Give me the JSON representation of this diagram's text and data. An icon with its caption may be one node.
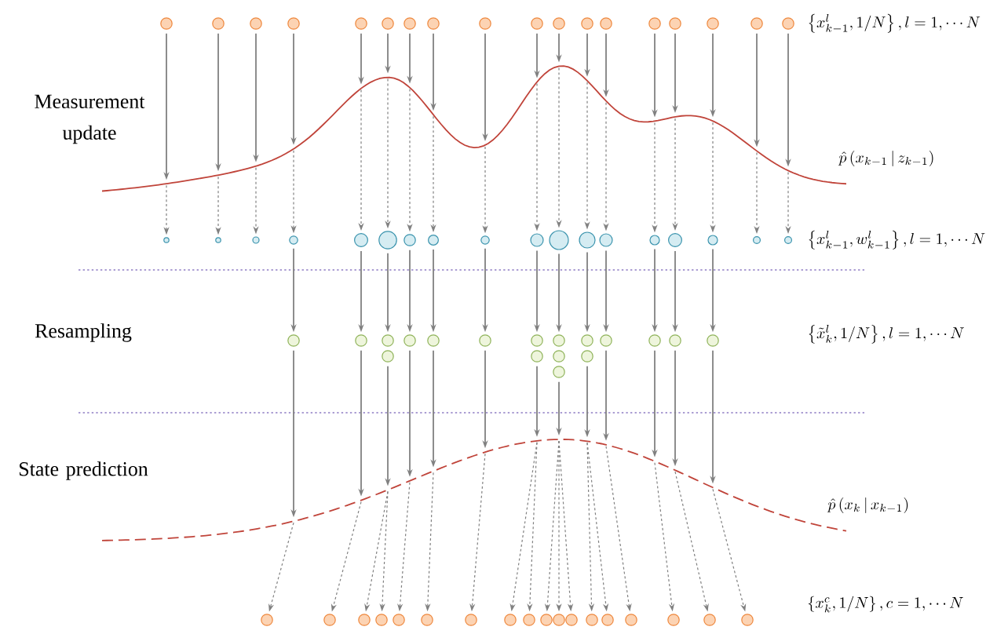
{
  "diagram": {
    "nodes": [
      {
        "text": [],
        "shape": "circle"
      },
      {
        "text": [],
        "shape": "circle"
      },
      {
        "text": [],
        "shape": "circle"
      },
      {
        "text": [],
        "shape": "circle"
      },
      {
        "text": [],
        "shape": "circle"
      },
      {
        "text": [],
        "shape": "circle"
      },
      {
        "text": [],
        "shape": "circle"
      },
      {
        "text": [],
        "shape": "circle"
      },
      {
        "text": [],
        "shape": "circle"
      },
      {
        "text": [],
        "shape": "circle"
      },
      {
        "text": [],
        "shape": "circle"
      },
      {
        "text": [],
        "shape": "circle"
      },
      {
        "text": [],
        "shape": "circle"
      },
      {
        "text": [],
        "shape": "circle"
      },
      {
        "text": [],
        "shape": "circle"
      },
      {
        "text": [],
        "shape": "circle"
      },
      {
        "text": [],
        "shape": "circle"
      },
      {
        "text": [],
        "shape": "circle"
      },
      {
        "text": [],
        "shape": "circle"
      },
      {
        "text": [],
        "shape": "circle"
      },
      {
        "text": [],
        "shape": "circle"
      },
      {
        "text": [],
        "shape": "circle"
      },
      {
        "text": [],
        "shape": "circle"
      },
      {
        "text": [],
        "shape": "circle"
      },
      {
        "text": [],
        "shape": "circle"
      },
      {
        "text": [],
        "shape": "circle"
      },
      {
        "text": [],
        "shape": "circle"
      },
      {
        "text": [],
        "shape": "circle"
      },
      {
        "text": [],
        "shape": "circle"
      },
      {
        "text": [],
        "shape": "circle"
      },
      {
        "text": [],
        "shape": "circle"
      },
      {
        "text": [],
        "shape": "circle"
      },
      {
        "text": [],
        "shape": "circle"
      },
      {
        "text": [],
        "shape": "circle"
      },
      {
        "text": [],
        "shape": "circle"
      },
      {
        "text": [],
        "shape": "circle"
      },
      {
        "text": [],
        "shape": "circle"
      },
      {
        "text": [],
        "shape": "circle"
      },
      {
        "text": [],
        "shape": "circle"
      },
      {
        "text": [],
        "shape": "circle"
      },
      {
        "text": [],
        "shape": "circle"
      },
      {
        "text": [],
        "shape": "circle"
      },
      {
        "text": [],
        "shape": "circle"
      },
      {
        "text": [],
        "shape": "circle"
      },
      {
        "text": [],
        "shape": "circle"
      },
      {
        "text": [],
        "shape": "circle"
      },
      {
        "text": [],
        "shape": "circle"
      },
      {
        "text": [],
        "shape": "circle"
      },
      {
        "text": [],
        "shape": "circle"
      },
      {
        "text": [],
        "shape": "circle"
      },
      {
        "text": [],
        "shape": "circle"
      },
      {
        "text": [],
        "shape": "circle"
      },
      {
        "text": [],
        "shape": "circle"
      },
      {
        "text": [],
        "shape": "circle"
      },
      {
        "text": [],
        "shape": "circle"
      },
      {
        "text": [],
        "shape": "circle"
      },
      {
        "text": [],
        "shape": "circle"
      },
      {
        "text": [],
        "shape": "circle"
      },
      {
        "text": [],
        "shape": "circle"
      },
      {
        "text": [],
        "shape": "circle"
      },
      {
        "text": [],
        "shape": "circle"
      },
      {
        "text": [],
        "shape": "circle"
      },
      {
        "text": [],
        "shape": "circle"
      },
      {
        "text": [],
        "shape": "circle"
      },
      {
        "text": [],
        "shape": "circle"
      },
      {
        "text": [],
        "shape": "circle"
      },
      {
        "text": [],
        "shape": "circle"
      },
      {
        "text": [],
        "shape": "circle"
      },
      {
        "text": [],
        "shape": "circle"
      },
      {
        "text": [],
        "shape": "circle"
      },
      {
        "text": [],
        "shape": "circle"
      },
      {
        "text": [],
        "shape": "circle"
      },
      {
        "text": [],
        "shape": "curve"
      },
      {
        "text": [],
        "shape": "curve"
      }
    ],
    "edges": [
      {
        "from": 0,
        "to": 72,
        "arrow": "to"
      },
      {
        "from": 1,
        "to": 72,
        "arrow": "to"
      },
      {
        "from": 2,
        "to": 72,
        "arrow": "to"
      },
      {
        "from": 3,
        "to": 72,
        "arrow": "to"
      },
      {
        "from": 4,
        "to": 72,
        "arrow": "to"
      },
      {
        "from": 5,
        "to": 72,
        "arrow": "to"
      },
      {
        "from": 6,
        "to": 72,
        "arrow": "to"
      },
      {
        "from": 7,
        "to": 72,
        "arrow": "to"
      },
      {
        "from": 8,
        "to": 72,
        "arrow": "to"
      },
      {
        "from": 9,
        "to": 72,
        "arrow": "to"
      },
      {
        "from": 10,
        "to": 72,
        "arrow": "to"
      },
      {
        "from": 11,
        "to": 72,
        "arrow": "to"
      },
      {
        "from": 12,
        "to": 72,
        "arrow": "to"
      },
      {
        "from": 13,
        "to": 72,
        "arrow": "to"
      },
      {
        "from": 14,
        "to": 72,
        "arrow": "to"
      },
      {
        "from": 15,
        "to": 72,
        "arrow": "to"
      },
      {
        "from": 16,
        "to": 72,
        "arrow": "to"
      },
      {
        "from": 17,
        "to": 72,
        "arrow": "to"
      },
      {
        "from": 72,
        "to": 18,
        "arrow": "to",
        "style": "dashed"
      },
      {
        "from": 72,
        "to": 19,
        "arrow": "to",
        "style": "dashed"
      },
      {
        "from": 72,
        "to": 20,
        "arrow": "to",
        "style": "dashed"
      },
      {
        "from": 72,
        "to": 21,
        "arrow": "to",
        "style": "dashed"
      },
      {
        "from": 72,
        "to": 22,
        "arrow": "to",
        "style": "dashed"
      },
      {
        "from": 72,
        "to": 23,
        "arrow": "to",
        "style": "dashed"
      },
      {
        "from": 72,
        "to": 24,
        "arrow": "to",
        "style": "dashed"
      },
      {
        "from": 72,
        "to": 25,
        "arrow": "to",
        "style": "dashed"
      },
      {
        "from": 72,
        "to": 26,
        "arrow": "to",
        "style": "dashed"
      },
      {
        "from": 72,
        "to": 27,
        "arrow": "to",
        "style": "dashed"
      },
      {
        "from": 72,
        "to": 28,
        "arrow": "to",
        "style": "dashed"
      },
      {
        "from": 72,
        "to": 29,
        "arrow": "to",
        "style": "dashed"
      },
      {
        "from": 72,
        "to": 30,
        "arrow": "to",
        "style": "dashed"
      },
      {
        "from": 72,
        "to": 31,
        "arrow": "to",
        "style": "dashed"
      },
      {
        "from": 72,
        "to": 32,
        "arrow": "to",
        "style": "dashed"
      },
      {
        "from": 72,
        "to": 33,
        "arrow": "to",
        "style": "dashed"
      },
      {
        "from": 72,
        "to": 34,
        "arrow": "to",
        "style": "dashed"
      },
      {
        "from": 72,
        "to": 35,
        "arrow": "to",
        "style": "dashed"
      },
      {
        "from": 21,
        "to": 36,
        "arrow": "to"
      },
      {
        "from": 22,
        "to": 37,
        "arrow": "to"
      },
      {
        "from": 23,
        "to": 38,
        "arrow": "to"
      },
      {
        "from": 24,
        "to": 40,
        "arrow": "to"
      },
      {
        "from": 25,
        "to": 41,
        "arrow": "to"
      },
      {
        "from": 26,
        "to": 42,
        "arrow": "to"
      },
      {
        "from": 27,
        "to": 43,
        "arrow": "to"
      },
      {
        "from": 28,
        "to": 45,
        "arrow": "to"
      },
      {
        "from": 29,
        "to": 48,
        "arrow": "to"
      },
      {
        "from": 30,
        "to": 50,
        "arrow": "to"
      },
      {
        "from": 31,
        "to": 51,
        "arrow": "to"
      },
      {
        "from": 32,
        "to": 52,
        "arrow": "to"
      },
      {
        "from": 33,
        "to": 53,
        "arrow": "to"
      },
      {
        "from": 36,
        "to": 73,
        "arrow": "to"
      },
      {
        "from": 37,
        "to": 73,
        "arrow": "to"
      },
      {
        "from": 39,
        "to": 73,
        "arrow": "to"
      },
      {
        "from": 40,
        "to": 73,
        "arrow": "to"
      },
      {
        "from": 41,
        "to": 73,
        "arrow": "to"
      },
      {
        "from": 42,
        "to": 73,
        "arrow": "to"
      },
      {
        "from": 44,
        "to": 73,
        "arrow": "to"
      },
      {
        "from": 47,
        "to": 73,
        "arrow": "to"
      },
      {
        "from": 49,
        "to": 73,
        "arrow": "to"
      },
      {
        "from": 50,
        "to": 73,
        "arrow": "to"
      },
      {
        "from": 51,
        "to": 73,
        "arrow": "to"
      },
      {
        "from": 52,
        "to": 73,
        "arrow": "to"
      },
      {
        "from": 53,
        "to": 73,
        "arrow": "to"
      },
      {
        "from": 73,
        "to": 54,
        "arrow": "to",
        "style": "dashed"
      },
      {
        "from": 73,
        "to": 55,
        "arrow": "to",
        "style": "dashed"
      },
      {
        "from": 73,
        "to": 56,
        "arrow": "to",
        "style": "dashed"
      },
      {
        "from": 73,
        "to": 57,
        "arrow": "to",
        "style": "dashed"
      },
      {
        "from": 73,
        "to": 58,
        "arrow": "to",
        "style": "dashed"
      },
      {
        "from": 73,
        "to": 59,
        "arrow": "to",
        "style": "dashed"
      },
      {
        "from": 73,
        "to": 60,
        "arrow": "to",
        "style": "dashed"
      },
      {
        "from": 73,
        "to": 61,
        "arrow": "to",
        "style": "dashed"
      },
      {
        "from": 73,
        "to": 62,
        "arrow": "to",
        "style": "dashed"
      },
      {
        "from": 73,
        "to": 63,
        "arrow": "to",
        "style": "dashed"
      },
      {
        "from": 73,
        "to": 64,
        "arrow": "to",
        "style": "dashed"
      },
      {
        "from": 73,
        "to": 65,
        "arrow": "to",
        "style": "dashed"
      },
      {
        "from": 73,
        "to": 66,
        "arrow": "to",
        "style": "dashed"
      },
      {
        "from": 73,
        "to": 67,
        "arrow": "to",
        "style": "dashed"
      },
      {
        "from": 73,
        "to": 68,
        "arrow": "to",
        "style": "dashed"
      },
      {
        "from": 73,
        "to": 69,
        "arrow": "to",
        "style": "dashed"
      },
      {
        "from": 73,
        "to": 70,
        "arrow": "to",
        "style": "dashed"
      },
      {
        "from": 73,
        "to": 71,
        "arrow": "to",
        "style": "dashed"
      }
    ],
    "labels": [
      "\\left\\{x_{k-1}^{l},1/N\\right\\},l=1,\\cdots N",
      "Measurement update",
      "\\hat{p}\\left(x_{k-1}\\,|\\,z_{k-1}\\right)",
      "\\left\\{x_{k-1}^{l},w_{k-1}^{l}\\right\\},l=1,\\cdots N",
      "Resampling",
      "\\left\\{\\tilde{x}_{k}^{l},1/N\\right\\},l=1,\\cdots N",
      "State prediction",
      "\\hat{p}\\left(x_{k}\\,|\\,x_{k-1}\\right)",
      "\\left\\{x_{k}^{c},1/N\\right\\},c=1,\\cdots N"
    ]
  }
}
